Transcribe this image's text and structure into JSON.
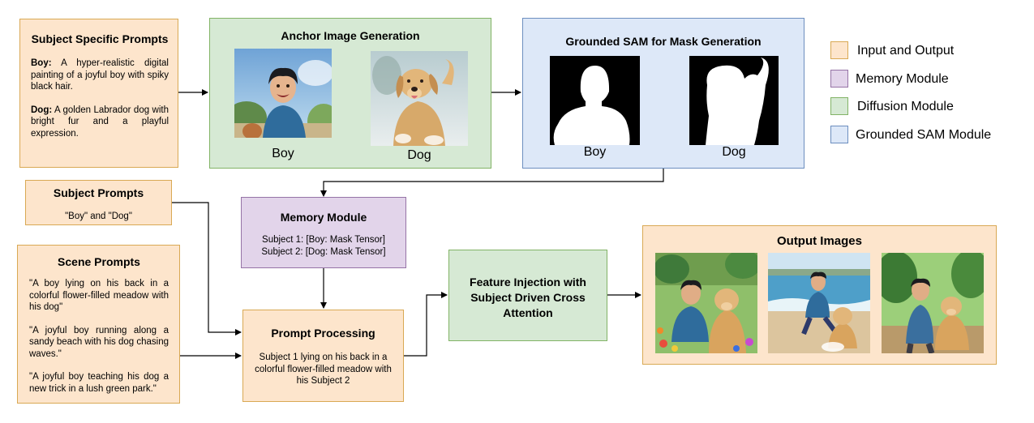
{
  "subject_specific": {
    "title": "Subject Specific Prompts",
    "boy_label": "Boy:",
    "boy_text": "A hyper-realistic digital painting of a joyful boy with spiky black hair.",
    "dog_label": "Dog:",
    "dog_text": "A golden Labrador dog with bright fur and a playful expression."
  },
  "anchor": {
    "title": "Anchor Image Generation",
    "boy_caption": "Boy",
    "dog_caption": "Dog"
  },
  "sam": {
    "title": "Grounded SAM for Mask Generation",
    "boy_caption": "Boy",
    "dog_caption": "Dog"
  },
  "legend": [
    {
      "label": "Input and Output",
      "color": "#fde5cc",
      "border": "#d9a954"
    },
    {
      "label": "Memory Module",
      "color": "#e2d4ea",
      "border": "#9673a6"
    },
    {
      "label": "Diffusion Module",
      "color": "#d6e9d4",
      "border": "#82b366"
    },
    {
      "label": "Grounded SAM Module",
      "color": "#dde8f8",
      "border": "#6c8ebf"
    }
  ],
  "subject_prompts": {
    "title": "Subject Prompts",
    "text": "\"Boy\" and \"Dog\""
  },
  "scene_prompts": {
    "title": "Scene Prompts",
    "p1": "\"A boy lying on his back in a colorful flower-filled meadow with his dog\"",
    "p2": "\"A joyful boy running along a sandy beach with his dog chasing waves.\"",
    "p3": "\"A joyful boy teaching his dog a new trick in a lush green park.\""
  },
  "memory": {
    "title": "Memory Module",
    "line1": "Subject 1: [Boy: Mask Tensor]",
    "line2": "Subject 2: [Dog: Mask Tensor]"
  },
  "prompt_processing": {
    "title": "Prompt Processing",
    "text": "Subject 1 lying on his back in a colorful flower-filled meadow with his Subject 2"
  },
  "feature_injection": {
    "title": "Feature Injection with Subject Driven Cross Attention"
  },
  "output": {
    "title": "Output Images"
  }
}
